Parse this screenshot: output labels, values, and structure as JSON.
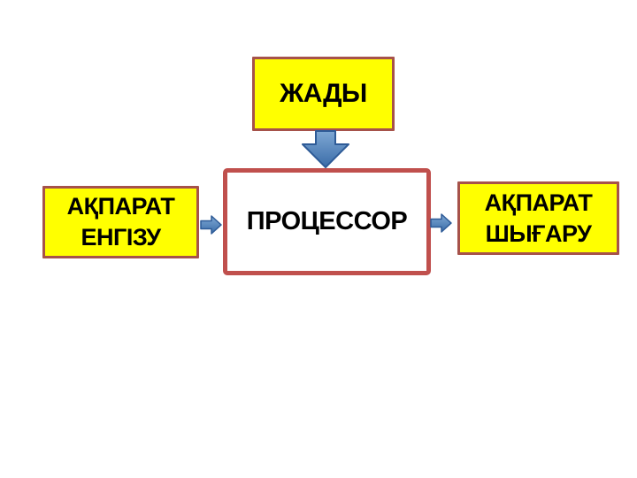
{
  "diagram": {
    "boxes": {
      "memory": {
        "label": "ЖАДЫ"
      },
      "processor": {
        "label": "ПРОЦЕССОР"
      },
      "input": {
        "line1": "АҚПАРАТ",
        "line2": "ЕНГІЗУ"
      },
      "output": {
        "line1": "АҚПАРАТ",
        "line2": "ШЫҒАРУ"
      }
    },
    "arrows": [
      {
        "id": "memory-to-processor",
        "direction": "down"
      },
      {
        "id": "input-to-processor",
        "direction": "right"
      },
      {
        "id": "processor-to-output",
        "direction": "right"
      }
    ],
    "colors": {
      "background": "#FFFFFF",
      "yellow_fill": "#FFFF00",
      "yellow_border": "#A6524A",
      "processor_fill": "#FFFFFF",
      "processor_border": "#C0504D",
      "arrow_light": "#7FA8D4",
      "arrow_dark": "#3A6CA8",
      "arrow_stroke": "#2E5B97",
      "text": "#000000"
    }
  }
}
